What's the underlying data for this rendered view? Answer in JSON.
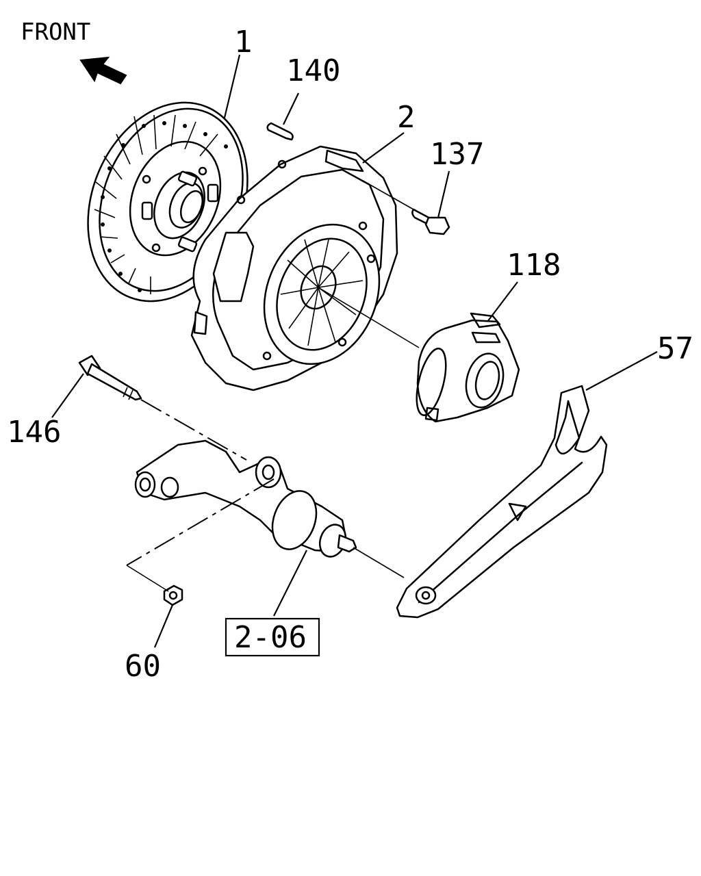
{
  "orientation": {
    "label": "FRONT"
  },
  "callouts": {
    "clutch_disc": "1",
    "pressure_plate": "2",
    "pin": "140",
    "bolt_cover": "137",
    "release_bearing": "118",
    "release_fork": "57",
    "bolt_long": "146",
    "nut": "60",
    "slave_cylinder": "2-06"
  }
}
